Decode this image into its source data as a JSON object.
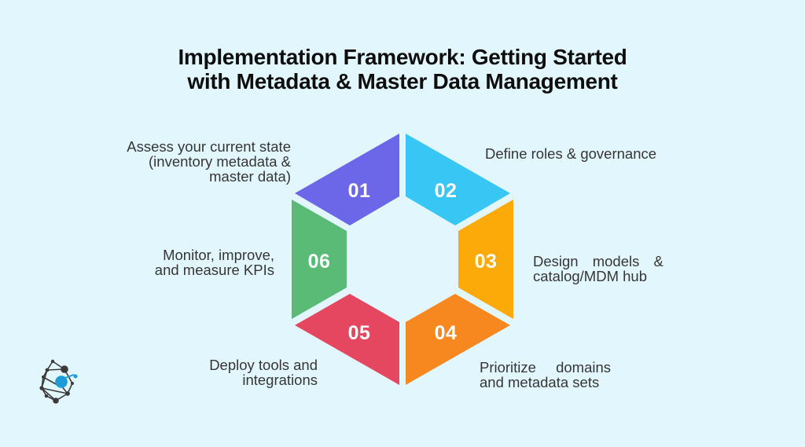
{
  "background_color": "#e2f6fd",
  "title": {
    "line1": "Implementation Framework: Getting Started",
    "line2": "with Metadata & Master Data Management"
  },
  "hexagon": {
    "segments": [
      {
        "number": "01",
        "color": "#6c66e8",
        "lines": [
          "Assess your current state",
          "(inventory metadata &",
          "master data)"
        ]
      },
      {
        "number": "02",
        "color": "#38c6f4",
        "lines": [
          "Define roles & governance"
        ]
      },
      {
        "number": "03",
        "color": "#fbaa0a",
        "lines": [
          "Design models &",
          "catalog/MDM hub"
        ]
      },
      {
        "number": "04",
        "color": "#f6881f",
        "lines": [
          "Prioritize domains",
          "and metadata sets"
        ]
      },
      {
        "number": "05",
        "color": "#e4475f",
        "lines": [
          "Deploy tools and",
          "integrations"
        ]
      },
      {
        "number": "06",
        "color": "#59bb76",
        "lines": [
          "Monitor, improve,",
          "and measure KPIs"
        ]
      }
    ],
    "number_text_color": "#ffffff"
  },
  "logo": {
    "name": "network-graph-logo",
    "dark_color": "#3b3b3b",
    "blue_color": "#1b9cd8"
  },
  "text_color": "#363636"
}
